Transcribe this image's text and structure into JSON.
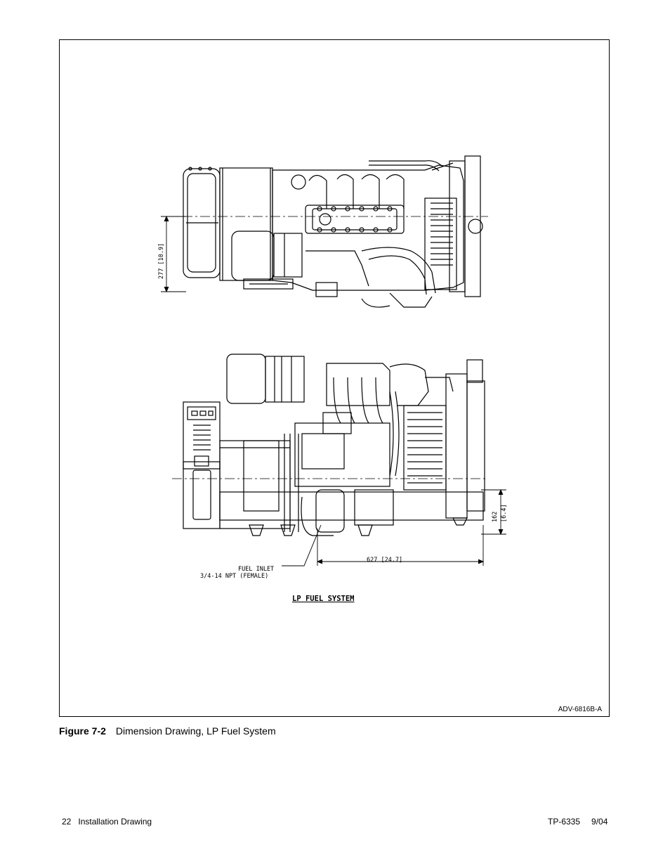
{
  "figure": {
    "number": "Figure 7-2",
    "title": "Dimension Drawing, LP Fuel System",
    "drawing_id": "ADV-6816B-A",
    "view_title": "LP FUEL SYSTEM",
    "dimensions": {
      "height": "277 [10.9]",
      "length": "627 [24.7]",
      "offset_top": "162",
      "offset_bottom": "[6.4]"
    },
    "fuel_inlet_label": "FUEL INLET",
    "fuel_inlet_spec": "3/4-14 NPT (FEMALE)"
  },
  "footer": {
    "page_number": "22",
    "section": "Installation Drawing",
    "doc_number": "TP-6335",
    "date": "9/04"
  }
}
